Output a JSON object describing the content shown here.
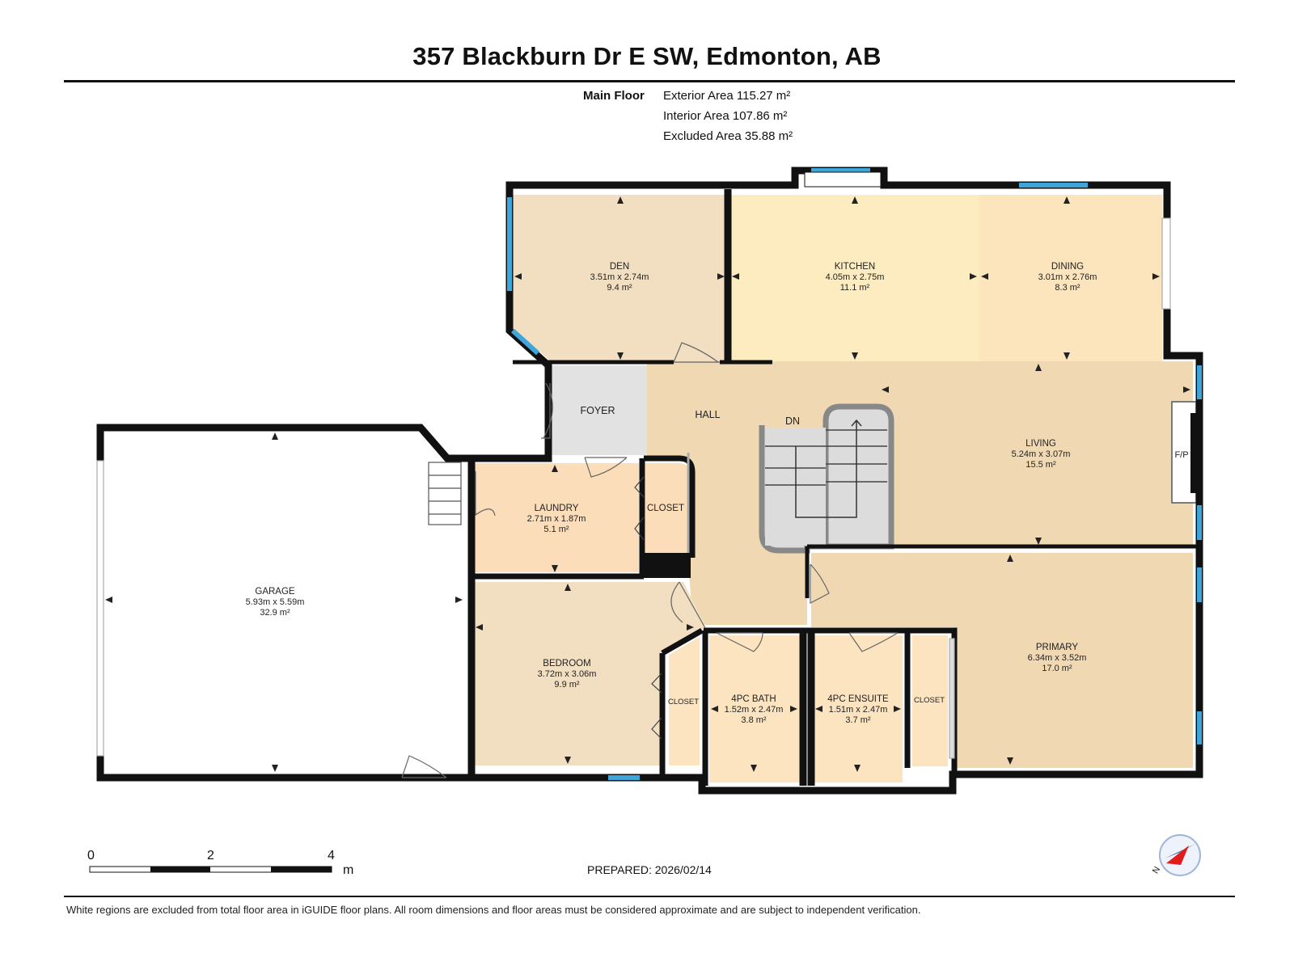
{
  "title": "357 Blackburn Dr E SW, Edmonton, AB",
  "areas": {
    "floor": "Main Floor",
    "exterior": "Exterior Area 115.27 m²",
    "interior": "Interior Area 107.86 m²",
    "excluded": "Excluded Area 35.88 m²"
  },
  "rooms": {
    "den": {
      "name": "DEN",
      "dims": "3.51m x 2.74m",
      "area": "9.4 m²"
    },
    "kitchen": {
      "name": "KITCHEN",
      "dims": "4.05m x 2.75m",
      "area": "11.1 m²"
    },
    "dining": {
      "name": "DINING",
      "dims": "3.01m x 2.76m",
      "area": "8.3 m²"
    },
    "foyer": {
      "name": "FOYER"
    },
    "hall": {
      "name": "HALL"
    },
    "stairs": {
      "label": "DN"
    },
    "living": {
      "name": "LIVING",
      "dims": "5.24m x 3.07m",
      "area": "15.5 m²"
    },
    "fireplace": {
      "label": "F/P"
    },
    "laundry": {
      "name": "LAUNDRY",
      "dims": "2.71m x 1.87m",
      "area": "5.1 m²"
    },
    "closet_hall": {
      "name": "CLOSET"
    },
    "garage": {
      "name": "GARAGE",
      "dims": "5.93m x 5.59m",
      "area": "32.9 m²"
    },
    "bedroom": {
      "name": "BEDROOM",
      "dims": "3.72m x 3.06m",
      "area": "9.9 m²"
    },
    "closet_bedroom": {
      "name": "CLOSET"
    },
    "bath": {
      "name": "4PC BATH",
      "dims": "1.52m x 2.47m",
      "area": "3.8 m²"
    },
    "ensuite": {
      "name": "4PC ENSUITE",
      "dims": "1.51m x 2.47m",
      "area": "3.7 m²"
    },
    "closet_primary": {
      "name": "CLOSET"
    },
    "primary": {
      "name": "PRIMARY",
      "dims": "6.34m x 3.52m",
      "area": "17.0 m²"
    }
  },
  "colors": {
    "wall": "#111111",
    "window": "#3fa6dc",
    "den": "#f2dfc1",
    "kitchen": "#fdecc0",
    "dining": "#fce4bd",
    "hall": "#f0d9b2",
    "foyer": "#e2e2e2",
    "laundry": "#fcddb9",
    "bedroom": "#f2dfc1",
    "bath": "#fde4c0",
    "compass_needle": "#e21b1b"
  },
  "scale": {
    "labels": [
      "0",
      "2",
      "4"
    ],
    "unit": "m"
  },
  "compass": {
    "icon": "north-arrow-icon",
    "label": "N"
  },
  "prepared": "PREPARED: 2026/02/14",
  "footnote": "White regions are excluded from total floor area in iGUIDE floor plans. All room dimensions and floor areas must be considered approximate and are subject to independent verification."
}
